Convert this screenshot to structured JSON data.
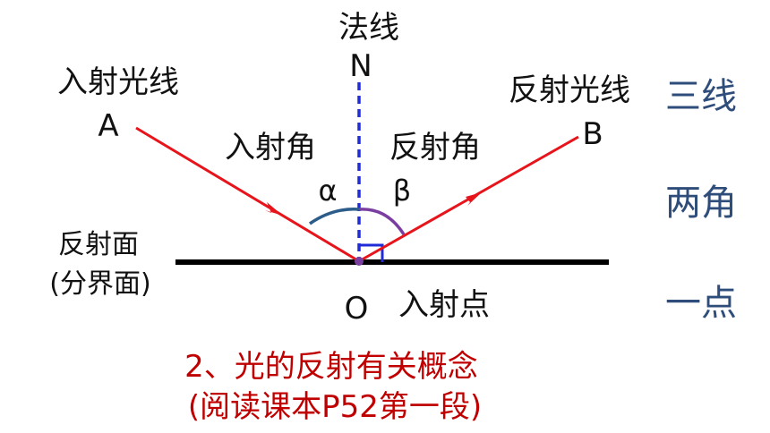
{
  "labels": {
    "normal": "法线",
    "normal_letter": "N",
    "incident_ray": "入射光线",
    "point_a": "A",
    "reflected_ray": "反射光线",
    "point_b": "B",
    "incident_angle": "入射角",
    "reflected_angle": "反射角",
    "alpha": "α",
    "beta": "β",
    "surface_line1": "反射面",
    "surface_line2": "(分界面)",
    "point_o": "O",
    "incidence_point": "入射点"
  },
  "summary": {
    "three_lines": "三线",
    "two_angles": "两角",
    "one_point": "一点"
  },
  "title": {
    "line1": "2、光的反射有关概念",
    "line2": "(阅读课本P52第一段)"
  },
  "colors": {
    "ray": "#e8141b",
    "normal": "#1f2bd6",
    "surface": "#000000",
    "angle_alpha": "#2c5d8a",
    "angle_beta": "#7a3ea0",
    "right_angle": "#1f2bd6",
    "side_text": "#2f4d7a",
    "title_text": "#c00000"
  }
}
